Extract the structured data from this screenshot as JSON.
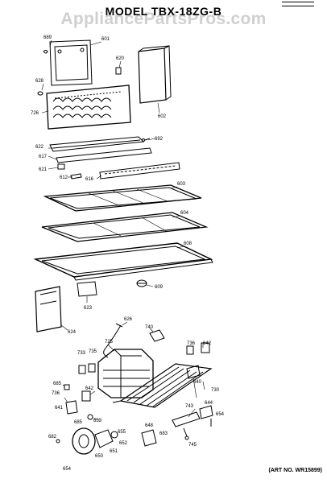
{
  "header": {
    "title": "MODEL TBX-18ZG-B",
    "watermark": "AppliancePartsPros.com"
  },
  "footer": {
    "art_no": "(ART NO. WR15899)"
  },
  "parts": [
    {
      "label": "689"
    },
    {
      "label": "601"
    },
    {
      "label": "620"
    },
    {
      "label": "628"
    },
    {
      "label": "726"
    },
    {
      "label": "602"
    },
    {
      "label": "622"
    },
    {
      "label": "692"
    },
    {
      "label": "617"
    },
    {
      "label": "621"
    },
    {
      "label": "612"
    },
    {
      "label": "616"
    },
    {
      "label": "603"
    },
    {
      "label": "604"
    },
    {
      "label": "608"
    },
    {
      "label": "609"
    },
    {
      "label": "623"
    },
    {
      "label": "624"
    },
    {
      "label": "626"
    },
    {
      "label": "740"
    },
    {
      "label": "725"
    },
    {
      "label": "736"
    },
    {
      "label": "642"
    },
    {
      "label": "733"
    },
    {
      "label": "735"
    },
    {
      "label": "730"
    },
    {
      "label": "640"
    },
    {
      "label": "685"
    },
    {
      "label": "736"
    },
    {
      "label": "642"
    },
    {
      "label": "641"
    },
    {
      "label": "653"
    },
    {
      "label": "685"
    },
    {
      "label": "743"
    },
    {
      "label": "644"
    },
    {
      "label": "654"
    },
    {
      "label": "655"
    },
    {
      "label": "652"
    },
    {
      "label": "648"
    },
    {
      "label": "650"
    },
    {
      "label": "651"
    },
    {
      "label": "682"
    },
    {
      "label": "745"
    },
    {
      "label": "654"
    },
    {
      "label": "683"
    }
  ]
}
